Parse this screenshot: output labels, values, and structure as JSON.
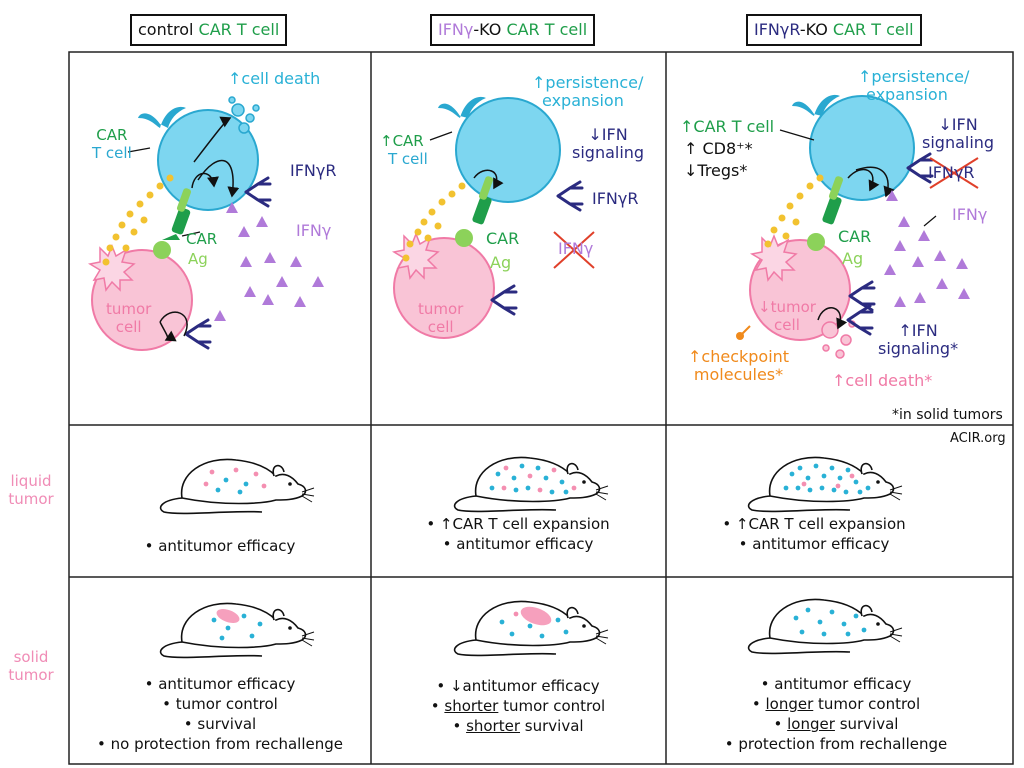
{
  "colors": {
    "tcell": "#7dd6f0",
    "tcell_stroke": "#2aa8d0",
    "tumor": "#f9c4d6",
    "tumor_stroke": "#f07aa6",
    "car_green": "#1f9e4a",
    "ag_green": "#8cd25a",
    "ifng_purple": "#b07ad9",
    "receptor_navy": "#2b2b80",
    "cytokine_yellow": "#f2c230",
    "checkpoint_orange": "#f08a1c",
    "death_cyan": "#29b1d6",
    "cross_red": "#e0402a"
  },
  "headers": [
    {
      "parts": [
        {
          "text": "control ",
          "color": "#111111"
        },
        {
          "text": "CAR T cell",
          "color": "#1f9e4a"
        }
      ]
    },
    {
      "parts": [
        {
          "text": "IFNγ",
          "color": "#b07ad9"
        },
        {
          "text": "-KO ",
          "color": "#111111"
        },
        {
          "text": "CAR T cell",
          "color": "#1f9e4a"
        }
      ]
    },
    {
      "parts": [
        {
          "text": "IFNγR",
          "color": "#2b2b80"
        },
        {
          "text": "-KO ",
          "color": "#111111"
        },
        {
          "text": "CAR T cell",
          "color": "#1f9e4a"
        }
      ]
    }
  ],
  "row_labels": {
    "liquid": [
      "liquid",
      "tumor"
    ],
    "solid": [
      "solid",
      "tumor"
    ]
  },
  "panel1": {
    "cell_death": "↑cell death",
    "car_t_cell": [
      "CAR",
      "T cell"
    ],
    "ifngr": "IFNγR",
    "car": "CAR",
    "ag": "Ag",
    "ifng": "IFNγ",
    "tumor_cell": [
      "tumor",
      "cell"
    ]
  },
  "panel2": {
    "persistence": [
      "↑persistence/",
      "expansion"
    ],
    "up_car_t_cell": [
      "↑CAR",
      "T cell"
    ],
    "ifn_signaling": [
      "↓IFN",
      "signaling"
    ],
    "ifngr": "IFNγR",
    "car": "CAR",
    "ag": "Ag",
    "ifng_crossed": "IFNγ",
    "tumor_cell": [
      "tumor",
      "cell"
    ]
  },
  "panel3": {
    "persistence": [
      "↑persistence/",
      "expansion"
    ],
    "up_car_t_cell": "↑CAR T cell",
    "cd8": "↑ CD8⁺*",
    "tregs": "↓Tregs*",
    "ifn_signaling": [
      "↓IFN",
      "signaling"
    ],
    "ifngr_crossed": "IFNγR",
    "ifng": "IFNγ",
    "car": "CAR",
    "ag": "Ag",
    "tumor_cell": [
      "↓tumor",
      "cell"
    ],
    "tumor_ifn": [
      "↑IFN",
      "signaling*"
    ],
    "checkpoint": [
      "↑checkpoint",
      "molecules*"
    ],
    "cell_death": "↑cell death*",
    "footnote": "*in solid tumors"
  },
  "source": "ACIR.org",
  "liquid_captions": [
    [
      "• antitumor efficacy"
    ],
    [
      "• ↑CAR T cell expansion",
      "• antitumor efficacy"
    ],
    [
      "• ↑CAR T cell expansion",
      "• antitumor efficacy"
    ]
  ],
  "solid_captions": [
    [
      [
        {
          "t": "• antitumor efficacy"
        }
      ],
      [
        {
          "t": "• tumor control"
        }
      ],
      [
        {
          "t": "• survival"
        }
      ],
      [
        {
          "t": "• no protection from rechallenge"
        }
      ]
    ],
    [
      [
        {
          "t": "• ↓antitumor efficacy"
        }
      ],
      [
        {
          "t": "• "
        },
        {
          "t": "shorter",
          "u": true
        },
        {
          "t": " tumor control"
        }
      ],
      [
        {
          "t": "• "
        },
        {
          "t": "shorter",
          "u": true
        },
        {
          "t": " survival"
        }
      ]
    ],
    [
      [
        {
          "t": "• antitumor efficacy"
        }
      ],
      [
        {
          "t": "• "
        },
        {
          "t": "longer",
          "u": true
        },
        {
          "t": " tumor control"
        }
      ],
      [
        {
          "t": "• "
        },
        {
          "t": "longer",
          "u": true
        },
        {
          "t": " survival"
        }
      ],
      [
        {
          "t": "• protection from rechallenge"
        }
      ]
    ]
  ]
}
